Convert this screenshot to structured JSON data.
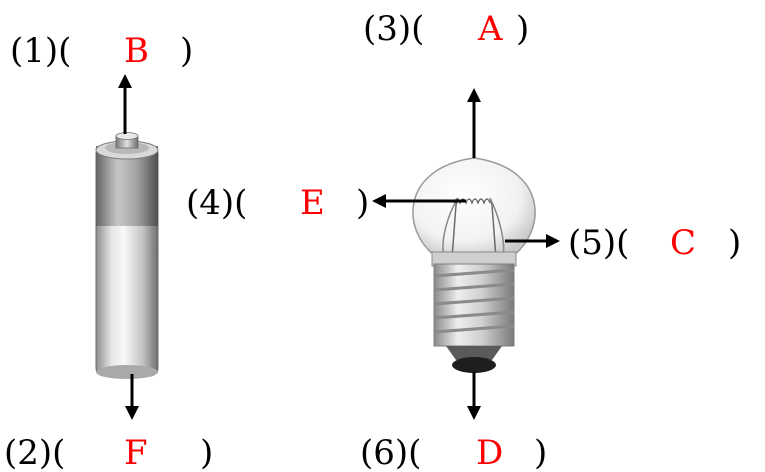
{
  "answer_color": "#ff0000",
  "labels": [
    {
      "id": "1",
      "number": "(1)(",
      "answer": "B",
      "close": ")"
    },
    {
      "id": "2",
      "number": "(2)(",
      "answer": "F",
      "close": ")"
    },
    {
      "id": "3",
      "number": "(3)(",
      "answer": "A",
      "close": ")"
    },
    {
      "id": "4",
      "number": "(4)(",
      "answer": "E",
      "close": ")"
    },
    {
      "id": "5",
      "number": "(5)(",
      "answer": "C",
      "close": ")"
    },
    {
      "id": "6",
      "number": "(6)(",
      "answer": "D",
      "close": ")"
    }
  ]
}
